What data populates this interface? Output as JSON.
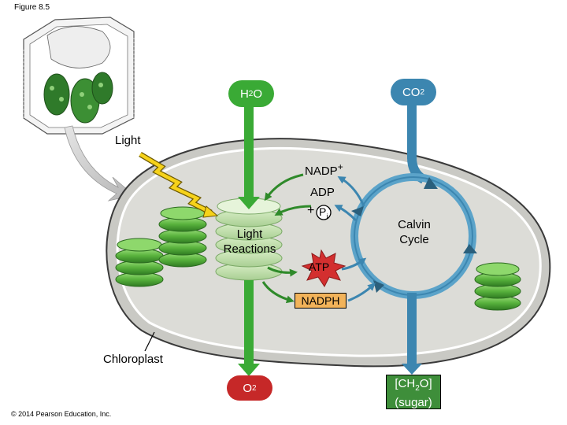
{
  "figure_label": "Figure 8.5",
  "copyright": "© 2014 Pearson Education, Inc.",
  "colors": {
    "water_arrow": "#3aaa35",
    "co2_arrow": "#3c86b0",
    "oxygen_pill": "#c62828",
    "atp_star": "#d32f2f",
    "nadph_box": "#f2b35a",
    "sugar_box": "#3e8e3a",
    "chloroplast_fill": "#dcdcd7",
    "thylakoid": "#6cc04a"
  },
  "labels": {
    "h2o": {
      "base": "H",
      "sub": "2",
      "tail": "O"
    },
    "co2": {
      "base": "CO",
      "sub": "2"
    },
    "o2": {
      "base": "O",
      "sub": "2"
    },
    "light": "Light",
    "nadp": {
      "base": "NADP",
      "sup": "+"
    },
    "adp": "ADP",
    "plus": "+",
    "pi": {
      "base": "P",
      "sub": "i"
    },
    "light_reactions_line1": "Light",
    "light_reactions_line2": "Reactions",
    "calvin_line1": "Calvin",
    "calvin_line2": "Cycle",
    "atp": "ATP",
    "nadph": "NADPH",
    "chloroplast": "Chloroplast",
    "sugar_line1": {
      "base": "[CH",
      "sub": "2",
      "tail": "O]"
    },
    "sugar_line2": "(sugar)"
  }
}
